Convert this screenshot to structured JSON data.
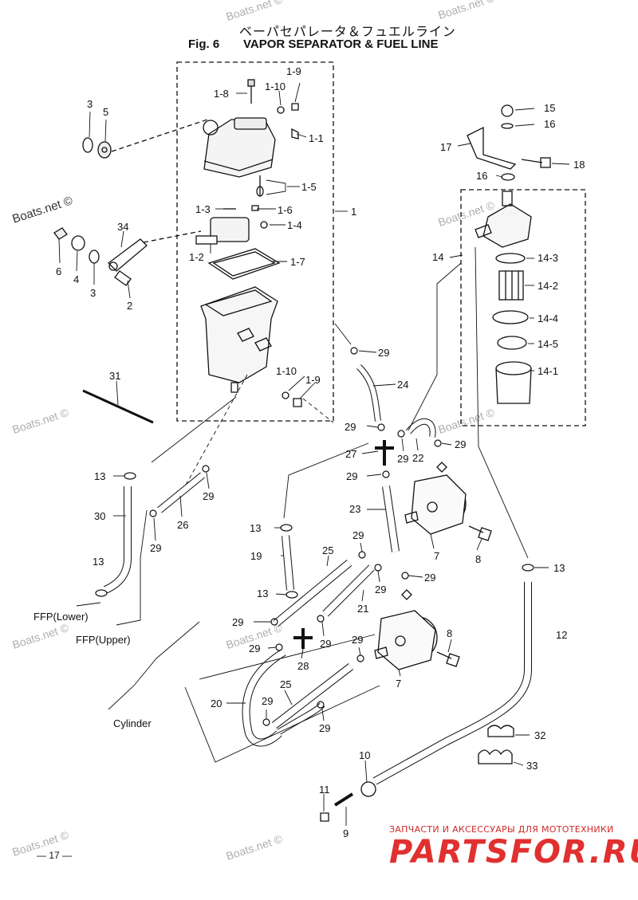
{
  "header": {
    "japanese_title": "ベーパセパレータ＆フュエルライン",
    "figure_number": "Fig. 6",
    "figure_title": "VAPOR SEPARATOR & FUEL LINE"
  },
  "watermarks": {
    "top": "Boats.net ©",
    "left_dark": "Boats.net ©",
    "right_top": "Boats.net ©",
    "right_mid": "Boats.net ©",
    "left_mid": "Boats.net ©",
    "left_low": "Boats.net ©",
    "center_low": "Boats.net ©",
    "right_low": "Boats.net ©",
    "bottom_center": "Boats.net ©",
    "bottom_left": "Boats.net ©"
  },
  "labels": {
    "l1_9a": "1-9",
    "l1_10a": "1-10",
    "l1_8": "1-8",
    "l1_1": "1-1",
    "l1_5": "1-5",
    "l1_3": "1-3",
    "l1_6": "1-6",
    "l1_4": "1-4",
    "l1_2": "1-2",
    "l1_7": "1-7",
    "l1": "1",
    "l1_10b": "1-10",
    "l1_9b": "1-9",
    "l3a": "3",
    "l5": "5",
    "l34": "34",
    "l6": "6",
    "l4": "4",
    "l3b": "3",
    "l2": "2",
    "l15": "15",
    "l16a": "16",
    "l17": "17",
    "l18": "18",
    "l16b": "16",
    "l14": "14",
    "l14_3": "14-3",
    "l14_2": "14-2",
    "l14_4": "14-4",
    "l14_5": "14-5",
    "l14_1": "14-1",
    "l29a": "29",
    "l24": "24",
    "l31": "31",
    "l29b": "29",
    "l29c": "29",
    "l22": "22",
    "l27": "27",
    "l29d": "29",
    "l29e": "29",
    "l13a": "13",
    "l29f": "29",
    "l30": "30",
    "l26": "26",
    "l23": "23",
    "l13b": "13",
    "l29g": "29",
    "l7a": "7",
    "l8a": "8",
    "l13c": "13",
    "l19": "19",
    "l25a": "25",
    "l29h": "29",
    "l29i": "29",
    "l29j": "29",
    "l13d": "13",
    "l21": "21",
    "l13e": "13",
    "l29k": "29",
    "l12": "12",
    "l28": "28",
    "l29l": "29",
    "l29m": "29",
    "l8b": "8",
    "l7b": "7",
    "l20": "20",
    "l25b": "25",
    "l29n": "29",
    "l29o": "29",
    "l32": "32",
    "l33": "33",
    "l10": "10",
    "l11": "11",
    "l9": "9",
    "ffp_lower": "FFP(Lower)",
    "ffp_upper": "FFP(Upper)",
    "cylinder": "Cylinder"
  },
  "footer": {
    "page_number": "— 17 —",
    "brand_tagline": "ЗАПЧАСТИ И АКСЕССУАРЫ ДЛЯ МОТОТЕХНИКИ",
    "brand_name": "PARTSFOR.RU"
  }
}
